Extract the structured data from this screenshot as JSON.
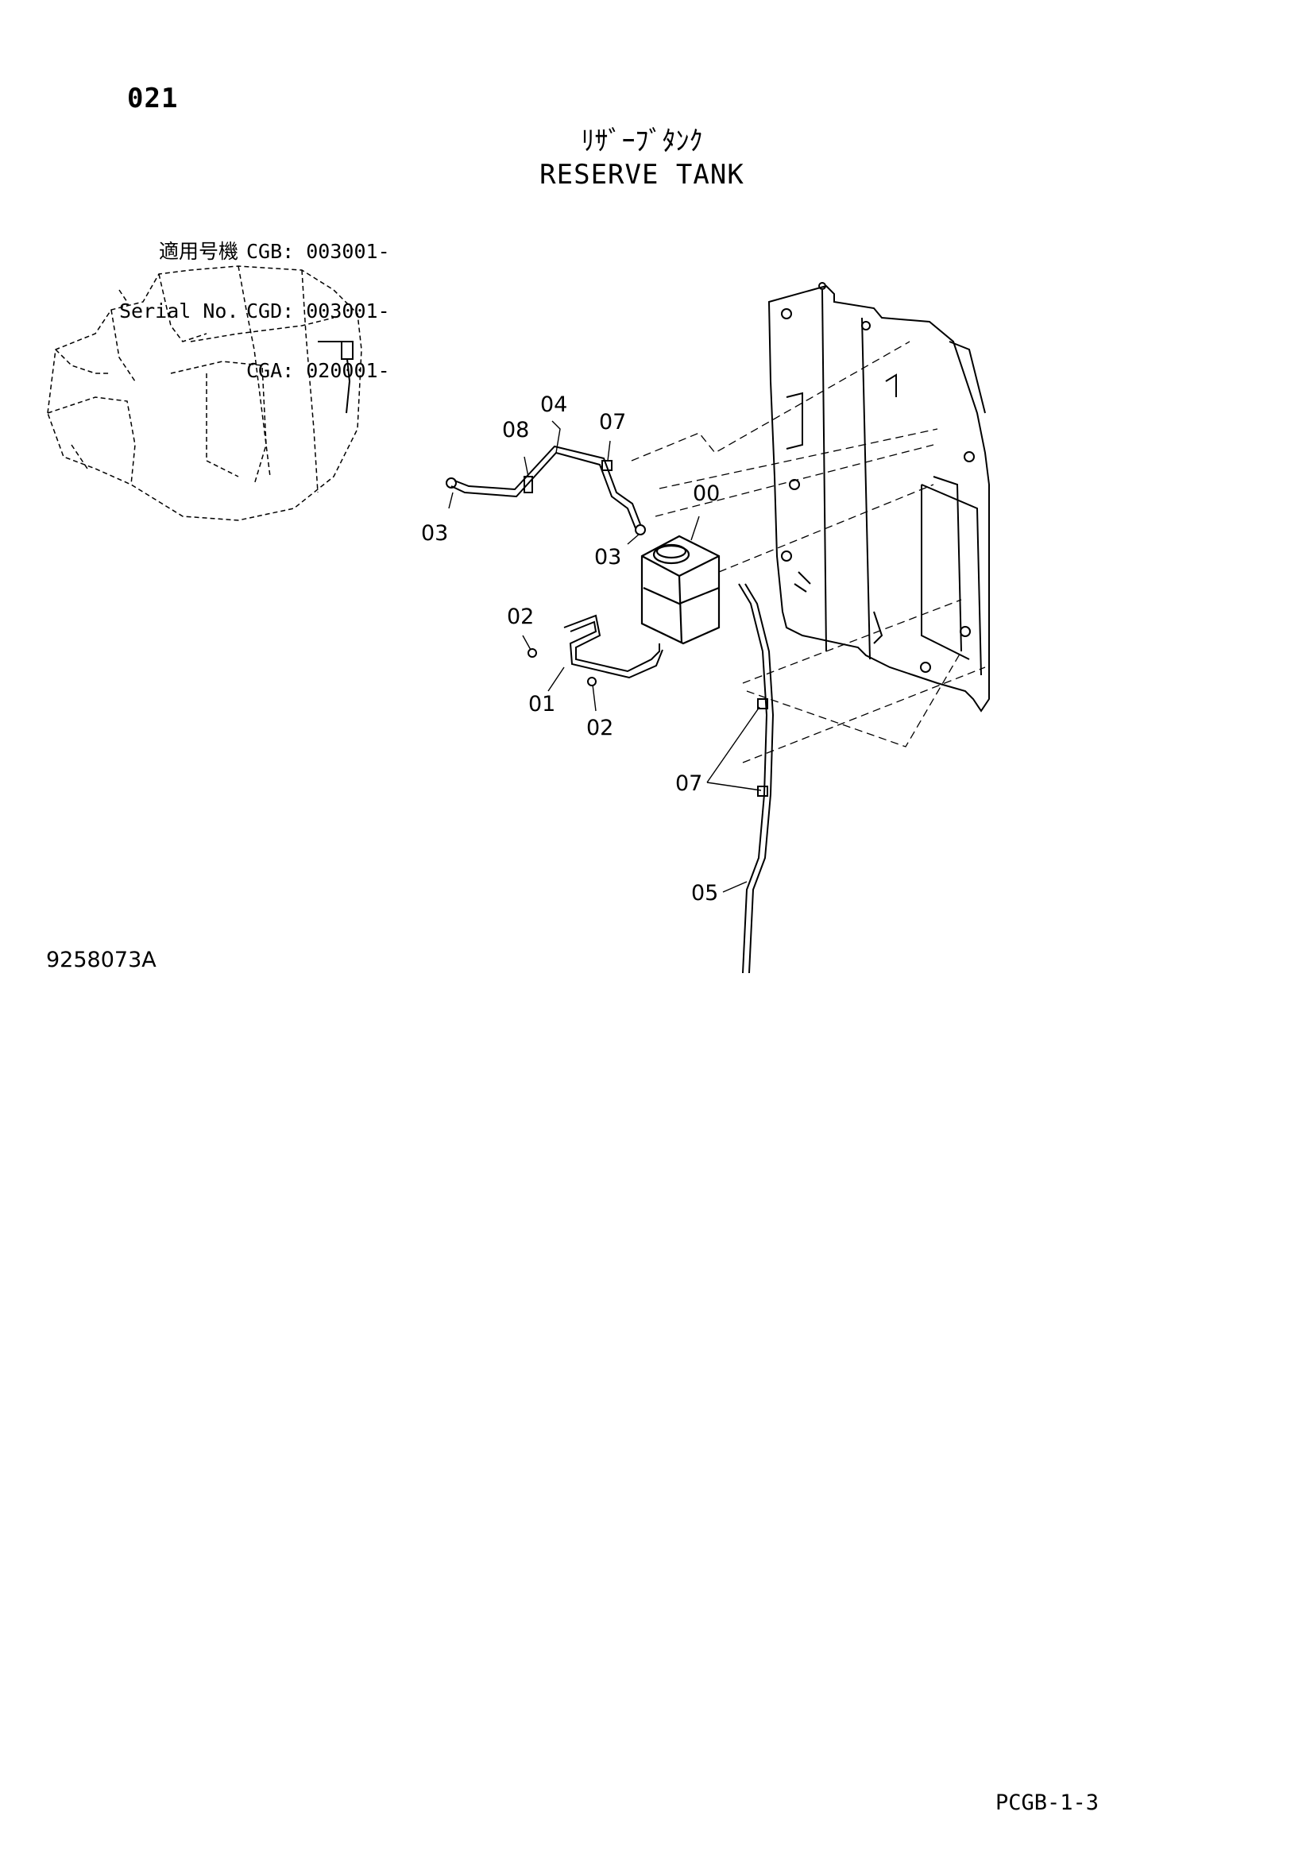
{
  "page_number": "021",
  "title": {
    "japanese": "ﾘｻﾞｰﾌﾞﾀﾝｸ",
    "english": "RESERVE TANK"
  },
  "serial": {
    "label_jp": "適用号機",
    "label_en": "Serial No.",
    "codes": [
      "CGB: 003001-",
      "CGD: 003001-",
      "CGA: 020001-"
    ]
  },
  "callouts": [
    "04",
    "08",
    "07",
    "00",
    "03",
    "03",
    "02",
    "01",
    "02",
    "07",
    "05"
  ],
  "drawing_number": "9258073A",
  "footer_code": "PCGB-1-3"
}
